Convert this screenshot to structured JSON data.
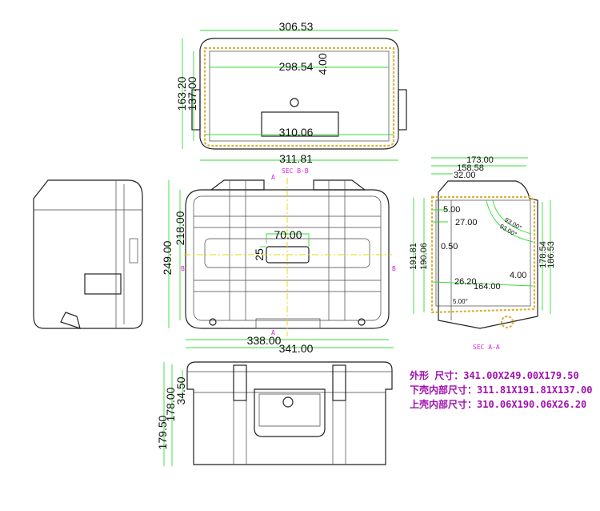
{
  "top_view": {
    "dims": {
      "outer_width": "306.53",
      "inner_width": "298.54",
      "wall": "4.00",
      "inner_bottom": "310.06",
      "overall": "311.81",
      "height_total": "163.20",
      "height_inner": "137.00"
    },
    "section_label": "SEC B-B"
  },
  "front_view": {
    "dims": {
      "height_total": "249.00",
      "height_inner": "218.00",
      "width_inner": "338.00",
      "width_total": "341.00",
      "label_width": "70.00",
      "label_height": "25"
    },
    "markers": {
      "a": "A",
      "b": "B"
    }
  },
  "section_aa": {
    "label": "SEC A-A",
    "dims": {
      "d173": "173.00",
      "d158": "158.58",
      "d32": "32.00",
      "d5": "5.00",
      "d27": "27.00",
      "d050": "0.50",
      "d26": "26.20",
      "d164": "164.00",
      "d4": "4.00",
      "angle1": "93.00°",
      "angle2": "93.00°",
      "angle3": "5.00°",
      "h191": "191.81",
      "h190": "190.06",
      "h178": "178.54",
      "h186": "186.53"
    }
  },
  "bottom_view": {
    "dims": {
      "h179": "179.50",
      "h178": "178.00",
      "h34": "34.50"
    }
  },
  "specs": [
    {
      "label": "外形 尺寸：",
      "value": "341.00X249.00X179.50"
    },
    {
      "label": "下壳内部尺寸：",
      "value": "311.81X191.81X137.00"
    },
    {
      "label": "上壳内部尺寸：",
      "value": "310.06X190.06X26.20"
    }
  ],
  "colors": {
    "dimension": "#33dd33",
    "annotation": "#e020e0",
    "spec_text": "#a010b0",
    "hatch": "#d9b23a"
  }
}
